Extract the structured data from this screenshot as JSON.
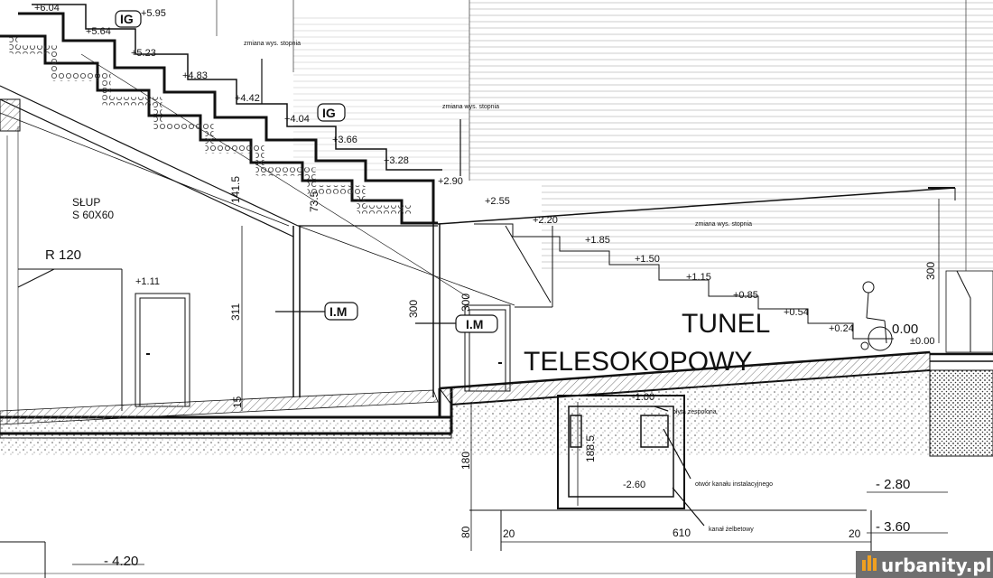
{
  "labels": {
    "title_line1": "TUNEL",
    "title_line2": "TELESOKOPOWY",
    "column_name": "SŁUP",
    "column_size": "S 60X60",
    "fire_rating": "R 120",
    "height_change": "zmiana wys. stopnia",
    "install_channel_opening": "otwór kanału instalacyjnego",
    "concrete_channel": "kanał żelbetowy",
    "slab_note": "płyta zespolona",
    "watermark": "urbanity.pl"
  },
  "tags": {
    "ig": "IG",
    "im": "I.M"
  },
  "levels": [
    "+6.04",
    "+5.95",
    "+5.64",
    "+5.23",
    "+4.83",
    "+4.42",
    "+4.04",
    "+3.66",
    "+3.28",
    "+2.90",
    "+2.55",
    "+2.20",
    "+1.85",
    "+1.50",
    "+1.15",
    "+0.85",
    "+0.54",
    "+0.24",
    "0.00",
    "±0.00",
    "+1.11",
    "-1.00",
    "-2.60",
    "- 2.80",
    "- 3.60",
    "- 4.20"
  ],
  "dimensions": {
    "d1415": "141.5",
    "d735": "73.5",
    "d311": "311",
    "d300a": "300",
    "d300b": "300",
    "d300c": "300",
    "d15": "15",
    "d180": "180",
    "d1885": "188.5",
    "d80": "80",
    "d20a": "20",
    "d610": "610",
    "d20b": "20"
  },
  "colors": {
    "line": "#111111",
    "hatch": "#9a9a9a",
    "watermark_bg": "#6f6f6f"
  }
}
